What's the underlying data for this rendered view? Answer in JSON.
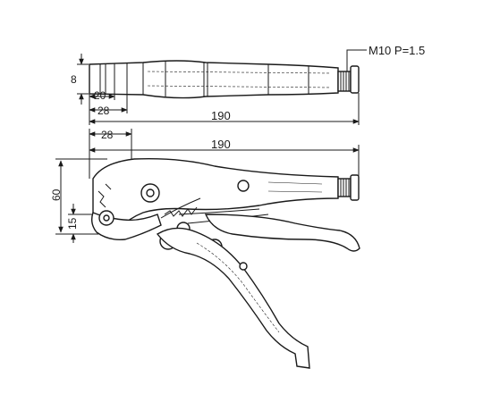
{
  "labels": {
    "thread_callout": "M10 P=1.5",
    "top_height": "8",
    "top_inner": "20",
    "top_mid": "28",
    "top_overall": "190",
    "side_jaw": "28",
    "side_overall": "190",
    "side_height": "60",
    "side_jaw_height": "15"
  }
}
